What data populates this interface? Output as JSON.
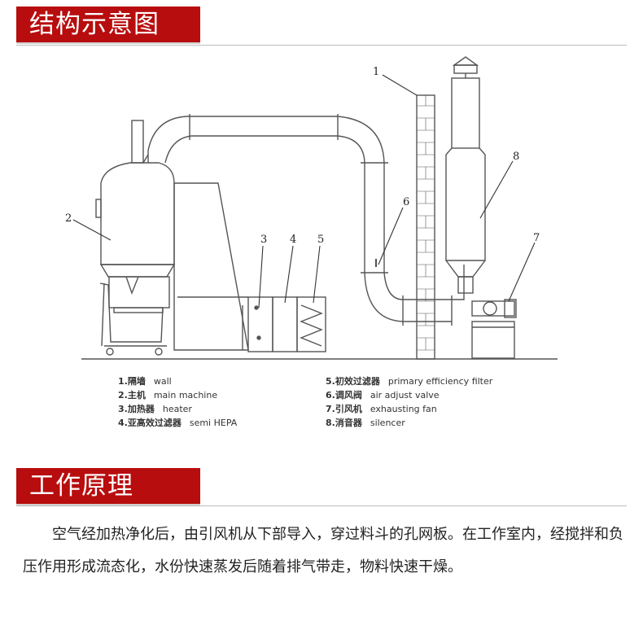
{
  "section_structure": {
    "title": "结构示意图"
  },
  "callouts": [
    "1",
    "2",
    "3",
    "4",
    "5",
    "6",
    "7",
    "8"
  ],
  "legend_left": [
    {
      "num": "1.",
      "cn": "隔墙",
      "en": "wall"
    },
    {
      "num": "2.",
      "cn": "主机",
      "en": "main machine"
    },
    {
      "num": "3.",
      "cn": "加热器",
      "en": "heater"
    },
    {
      "num": "4.",
      "cn": "亚高效过滤器",
      "en": "semi HEPA"
    }
  ],
  "legend_right": [
    {
      "num": "5.",
      "cn": "初效过滤器",
      "en": "primary efficiency filter"
    },
    {
      "num": "6.",
      "cn": "调风阀",
      "en": "air adjust valve"
    },
    {
      "num": "7.",
      "cn": "引风机",
      "en": "exhausting fan"
    },
    {
      "num": "8.",
      "cn": "消音器",
      "en": "silencer"
    }
  ],
  "section_principle": {
    "title": "工作原理",
    "text": "空气经加热净化后，由引风机从下部导入，穿过料斗的孔网板。在工作室内，经搅拌和负压作用形成流态化，水份快速蒸发后随着排气带走，物料快速干燥。"
  },
  "colors": {
    "accent": "#b80d0e",
    "line": "#555555"
  }
}
